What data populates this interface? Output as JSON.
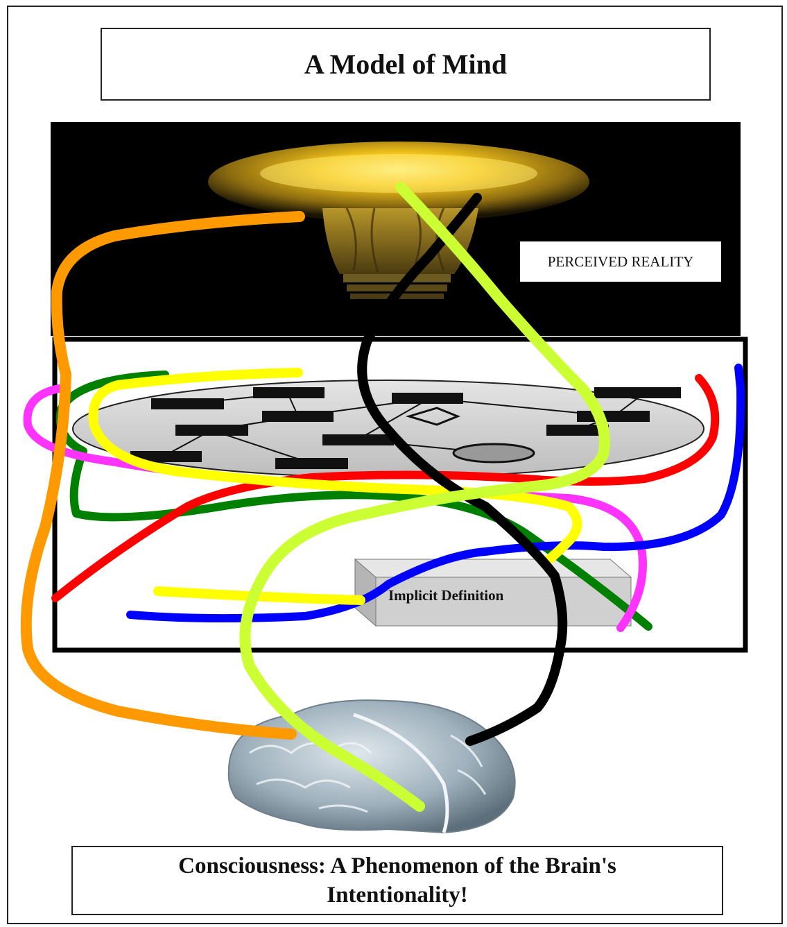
{
  "title": "A Model of Mind",
  "perceived_label": "PERCEIVED REALITY",
  "implicit_label": "Implicit Definition",
  "caption": "Consciousness:  A Phenomenon of the Brain's Intentionality!",
  "colors": {
    "orange": "#ff9900",
    "lime": "#ccff33",
    "black": "#000000",
    "yellow": "#ffff00",
    "magenta": "#ff33ff",
    "green": "#008000",
    "red": "#ff0000",
    "blue": "#0000ff"
  }
}
